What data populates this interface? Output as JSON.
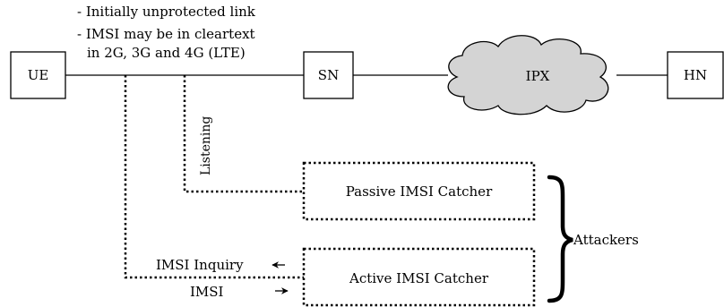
{
  "notes": [
    "- Initially unprotected link",
    "- IMSI may be in cleartext",
    "in 2G, 3G and 4G (LTE)"
  ],
  "nodes": {
    "ue": "UE",
    "sn": "SN",
    "ipx": "IPX",
    "hn": "HN"
  },
  "catchers": {
    "passive": "Passive IMSI Catcher",
    "active": "Active IMSI Catcher"
  },
  "labels": {
    "listening": "Listening",
    "inquiry": "IMSI Inquiry",
    "imsi": "IMSI",
    "attackers": "Attackers"
  }
}
